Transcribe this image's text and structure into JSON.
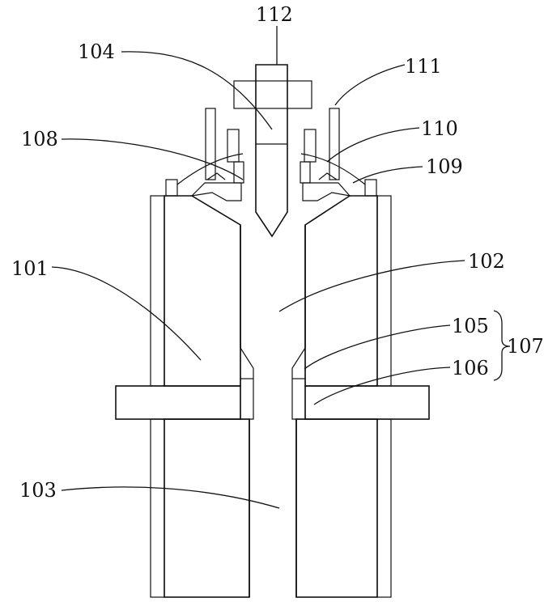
{
  "labels": {
    "l112": "112",
    "l104": "104",
    "l111": "111",
    "l110": "110",
    "l108": "108",
    "l109": "109",
    "l101": "101",
    "l102": "102",
    "l105": "105",
    "l107": "107",
    "l106": "106",
    "l103": "103"
  },
  "colors": {
    "line": "#111111",
    "background": "#ffffff"
  }
}
